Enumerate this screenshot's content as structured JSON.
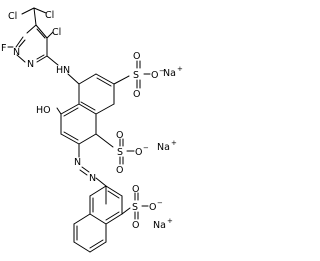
{
  "structure": {
    "atoms": {
      "cl_chcl2_left": "Cl",
      "cl_chcl2_right": "Cl",
      "cl_ring": "Cl",
      "f": "F",
      "n_pyr_top": "N",
      "n_pyr_low": "N",
      "nh_n": "N",
      "nh_h": "H",
      "hydroxyl": "HO",
      "azo_n1": "N",
      "azo_n2": "N",
      "s1": "S",
      "s1_o_top": "O",
      "s1_o_bot": "O",
      "s1_o_minus": "O",
      "s2": "S",
      "s2_o_top": "O",
      "s2_o_bot": "O",
      "s2_o_minus": "O",
      "s3": "S",
      "s3_o_top": "O",
      "s3_o_bot": "O",
      "s3_o_minus": "O"
    },
    "charges": {
      "minus": "−",
      "plus": "+"
    },
    "counterions": {
      "na1": "Na",
      "na2": "Na",
      "na3": "Na"
    }
  },
  "colors": {
    "ink": "#000000",
    "background": "#ffffff"
  }
}
